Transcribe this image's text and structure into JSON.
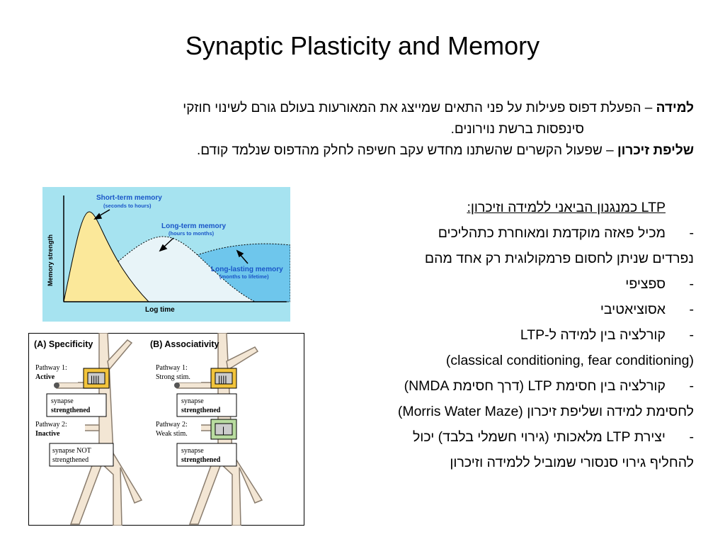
{
  "title": "Synaptic Plasticity and Memory",
  "definitions": {
    "learning_term": "למידה",
    "learning_text": " – הפעלת דפוס פעילות על פני התאים שמייצג את המאורעות בעולם גורם לשינוי חוזקי",
    "learning_cont": "סינפסות ברשת נוירונים.",
    "retrieval_term": "שליפת זיכרון",
    "retrieval_text": " – שפעול הקשרים שהשתנו מחדש עקב חשיפה לחלק מהדפוס שנלמד קודם."
  },
  "right_list": {
    "header": "LTP כמנגנון הביאני ללמידה וזיכרון:",
    "lines": [
      {
        "dash": "-",
        "text": "מכיל פאזה מוקדמת ומאוחרת כתהליכים"
      },
      {
        "dash": "",
        "text": "נפרדים שניתן לחסום פרמקולוגית רק אחד מהם"
      },
      {
        "dash": "-",
        "text": "ספציפי"
      },
      {
        "dash": "-",
        "text": "אסוציאטיבי"
      },
      {
        "dash": "-",
        "text": "קורלציה בין למידה ל-LTP"
      },
      {
        "dash": "",
        "text": "(classical conditioning, fear conditioning)"
      },
      {
        "dash": "-",
        "text": "קורלציה בין חסימת LTP (דרך חסימת NMDA)"
      },
      {
        "dash": "",
        "text": "לחסימת למידה ושליפת זיכרון (Morris Water Maze)"
      },
      {
        "dash": "-",
        "text": "יצירת LTP מלאכותי (גירוי חשמלי בלבד) יכול"
      },
      {
        "dash": "",
        "text": "להחליף גירוי סנסורי שמוביל ללמידה וזיכרון"
      }
    ]
  },
  "memory_chart": {
    "background": "#a6e3f0",
    "ylabel": "Memory strength",
    "xlabel": "Log time",
    "short_term": {
      "label": "Short-term memory",
      "sub": "(seconds to hours)",
      "fill": "#fbe89a"
    },
    "long_term": {
      "label": "Long-term memory",
      "sub": "(hours to months)",
      "fill": "#e8f4f8"
    },
    "long_lasting": {
      "label": "Long-lasting memory",
      "sub": "(months to lifetime)",
      "fill": "#6ec6ec"
    },
    "label_color": "#1a56c8"
  },
  "ltp_figure": {
    "panel_a_title": "(A) Specificity",
    "panel_b_title": "(B) Associativity",
    "a_pathway1": "Pathway 1:",
    "a_pathway1_state": "Active",
    "a_syn1_line1": "synapse",
    "a_syn1_line2": "strengthened",
    "a_pathway2": "Pathway 2:",
    "a_pathway2_state": "Inactive",
    "a_syn2_line1": "synapse NOT",
    "a_syn2_line2": "strengthened",
    "b_pathway1": "Pathway 1:",
    "b_pathway1_state": "Strong stim.",
    "b_syn1_line1": "synapse",
    "b_syn1_line2": "strengthened",
    "b_pathway2": "Pathway 2:",
    "b_pathway2_state": "Weak stim.",
    "b_syn2_line1": "synapse",
    "b_syn2_line2": "strengthened",
    "stim_strong": "||||",
    "stim_weak": "|",
    "neuron_color": "#f3e6d4",
    "stim_box_color": "#f2c43c",
    "weak_box_color": "#b9dca0"
  }
}
